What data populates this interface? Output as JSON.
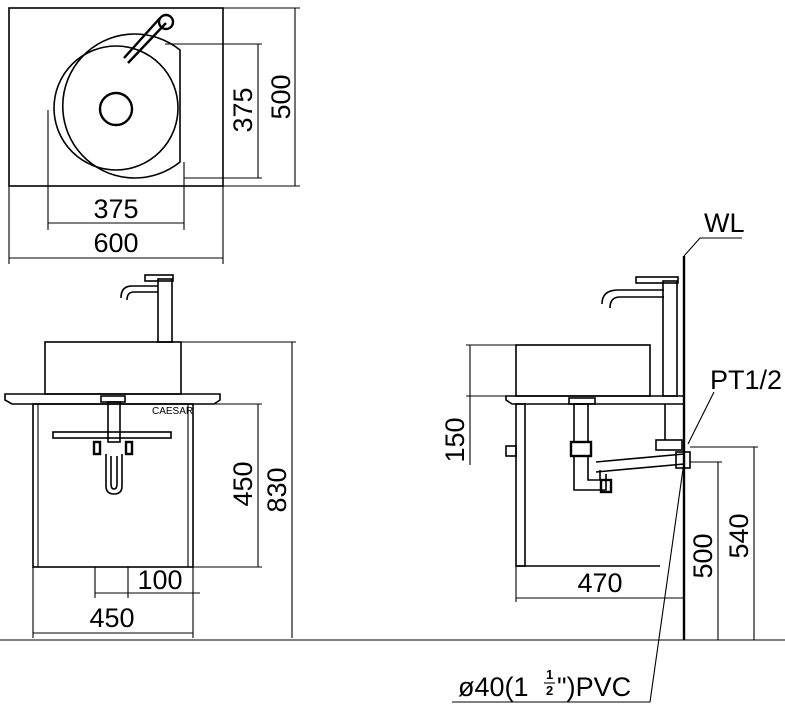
{
  "top_view": {
    "width_overall": "600",
    "width_basin": "375",
    "depth_overall": "500",
    "depth_basin": "375"
  },
  "front_view": {
    "brand": "CAESAR",
    "cabinet_height": "450",
    "total_height": "830",
    "drain_offset": "100",
    "cabinet_width": "450"
  },
  "side_view": {
    "wall_label": "WL",
    "pipe_thread": "PT1/2",
    "basin_height": "150",
    "cabinet_depth": "470",
    "drain_height": "500",
    "supply_height": "540",
    "pvc_label_prefix": "ø40(1",
    "pvc_frac_num": "1",
    "pvc_frac_den": "2",
    "pvc_label_suffix": "\")PVC"
  }
}
